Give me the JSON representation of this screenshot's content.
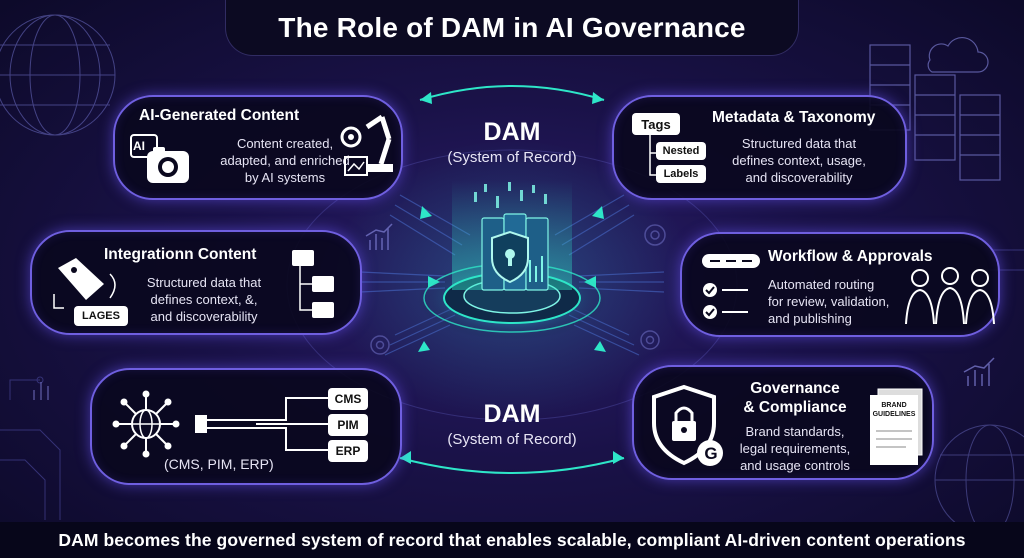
{
  "title": "The Role of DAM in AI Governance",
  "center": {
    "top": {
      "label": "DAM",
      "sub": "(System of Record)"
    },
    "bottom": {
      "label": "DAM",
      "sub": "(System of Record)"
    }
  },
  "cards": {
    "ai_generated": {
      "title": "AI-Generated Content",
      "desc": "Content created,\nadapted, and enriched\nby AI systems",
      "icon_label": "AI"
    },
    "metadata": {
      "title": "Metadata & Taxonomy",
      "desc": "Structured data that\ndefines context, usage,\nand discoverability",
      "chips": [
        "Tags",
        "Nested",
        "Labels"
      ]
    },
    "integration": {
      "title": "Integrationn Content",
      "desc": "Structured data that\ndefines context, &,\nand discoverability",
      "tag_label": "LAGES"
    },
    "workflow": {
      "title": "Workflow & Approvals",
      "desc": "Automated routing\nfor review, validation,\nand publishing"
    },
    "systems": {
      "caption": "(CMS, PIM, ERP)",
      "chips": [
        "CMS",
        "PIM",
        "ERP"
      ]
    },
    "governance": {
      "title": "Governance\n& Compliance",
      "desc": "Brand standards,\nlegal requirements,\nand usage controls",
      "book_label": "BRAND\nGUIDELINES",
      "badge": "G"
    }
  },
  "footer": "DAM becomes the governed system of record that enables scalable, compliant AI-driven content operations",
  "colors": {
    "card_border": "#6f5fe0",
    "teal": "#2ee6c8",
    "background": "#1a1248"
  }
}
